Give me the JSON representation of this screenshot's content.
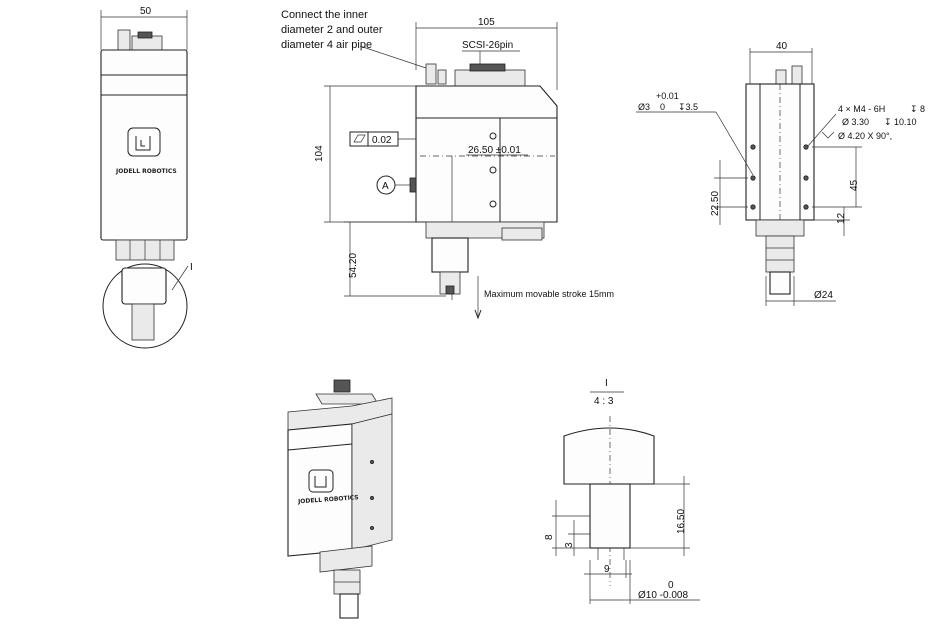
{
  "front_view": {
    "width_dim": "50",
    "brand": "JODELL ROBOTICS",
    "detail_label": "I"
  },
  "side_view": {
    "air_note": [
      "Connect the inner",
      "diameter 2 and outer",
      "diameter 4 air pipe"
    ],
    "width_dim": "105",
    "connector": "SCSI-26pin",
    "height_dim": "104",
    "flatness": "0.02",
    "datum": "A",
    "hole_spacing": "26.50 ±0.01",
    "shaft_dim": "54.20",
    "stroke_note": "Maximum movable stroke 15mm"
  },
  "end_view": {
    "width_dim": "40",
    "hole_tol": "+0.01",
    "hole_dia": "Ø3",
    "hole_tol_low": "0",
    "hole_depth": "↧3.5",
    "thread": "4 × M4 - 6H",
    "thread_depth": "↧ 8",
    "drill": "Ø 3.30",
    "drill_depth": "↧ 10.10",
    "chamfer": "Ø 4.20 X 90°,",
    "dim_45": "45",
    "dim_22": "22.50",
    "dim_12": "12",
    "shaft_dia": "Ø24"
  },
  "detail_view": {
    "label": "I",
    "scale": "4 : 3",
    "dim_16": "16.50",
    "dim_8": "8",
    "dim_3": "3",
    "dim_9": "9",
    "tol_upper": "0",
    "shaft_dia": "Ø10 -0.008"
  },
  "iso_view": {
    "brand": "JODELL ROBOTICS"
  }
}
